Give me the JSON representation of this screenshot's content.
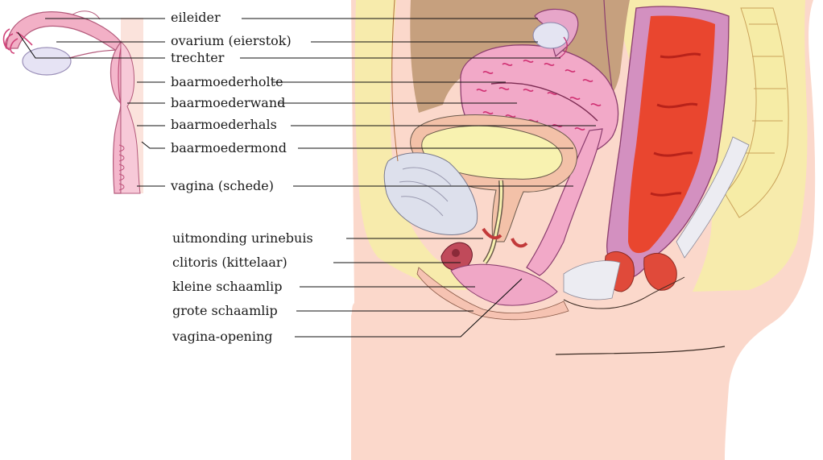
{
  "colors": {
    "skin": "#fbd9cc",
    "fat": "#f7eba6",
    "bladder_fill": "#f8f2b0",
    "organ_pink": "#ef9fb9",
    "uterus_pink": "#f0a6c4",
    "rectum_red": "#e84a33",
    "peritoneal_brown": "#c9a27c",
    "pubic_bone": "#dcdce8",
    "line": "#141414"
  },
  "labels": {
    "eileider": "eileider",
    "ovarium": "ovarium (eierstok)",
    "trechter": "trechter",
    "baarmoederholte": "baarmoederholte",
    "baarmoederwand": "baarmoederwand",
    "baarmoederhals": "baarmoederhals",
    "baarmoedermond": "baarmoedermond",
    "vagina": "vagina (schede)",
    "urinebuis": "uitmonding urinebuis",
    "clitoris": "clitoris (kittelaar)",
    "kleine_schaamlip": "kleine schaamlip",
    "grote_schaamlip": "grote schaamlip",
    "vagina_opening": "vagina-opening"
  }
}
